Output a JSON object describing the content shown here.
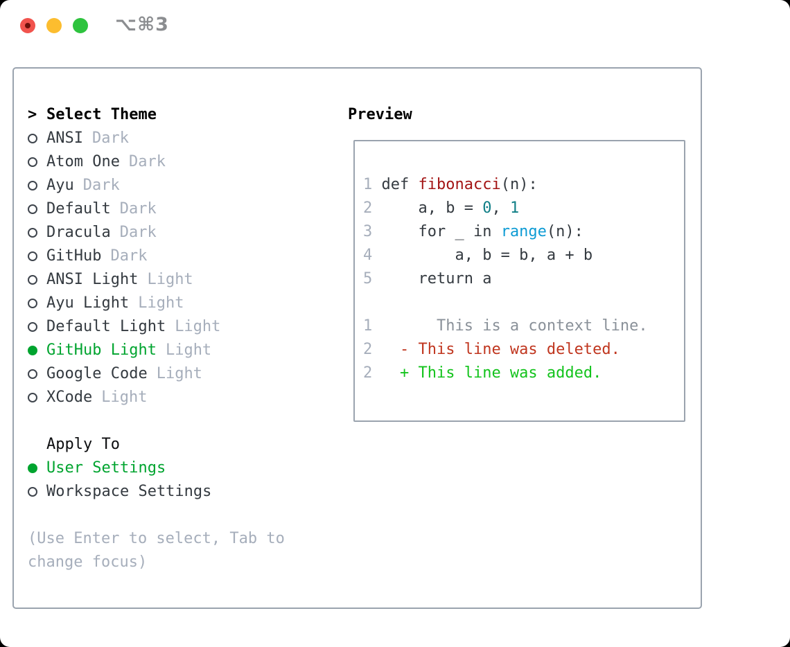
{
  "window": {
    "shortcut": "⌥⌘3",
    "traffic_lights": [
      "close",
      "minimize",
      "zoom"
    ]
  },
  "theme_picker": {
    "header_prefix": ">",
    "header": "Select Theme",
    "themes": [
      {
        "name": "ANSI",
        "variant": "Dark",
        "selected": false
      },
      {
        "name": "Atom One",
        "variant": "Dark",
        "selected": false
      },
      {
        "name": "Ayu",
        "variant": "Dark",
        "selected": false
      },
      {
        "name": "Default",
        "variant": "Dark",
        "selected": false
      },
      {
        "name": "Dracula",
        "variant": "Dark",
        "selected": false
      },
      {
        "name": "GitHub",
        "variant": "Dark",
        "selected": false
      },
      {
        "name": "ANSI Light",
        "variant": "Light",
        "selected": false
      },
      {
        "name": "Ayu Light",
        "variant": "Light",
        "selected": false
      },
      {
        "name": "Default Light",
        "variant": "Light",
        "selected": false
      },
      {
        "name": "GitHub Light",
        "variant": "Light",
        "selected": true
      },
      {
        "name": "Google Code",
        "variant": "Light",
        "selected": false
      },
      {
        "name": "XCode",
        "variant": "Light",
        "selected": false
      }
    ],
    "apply_to": {
      "header": "Apply To",
      "options": [
        {
          "name": "User Settings",
          "selected": true
        },
        {
          "name": "Workspace Settings",
          "selected": false
        }
      ]
    },
    "hint": "(Use Enter to select, Tab to change focus)"
  },
  "preview": {
    "label": "Preview",
    "code_lines": [
      {
        "num": "1",
        "tokens": [
          {
            "text": "def ",
            "color": "fg"
          },
          {
            "text": "fibonacci",
            "color": "function"
          },
          {
            "text": "(n):",
            "color": "fg"
          }
        ]
      },
      {
        "num": "2",
        "tokens": [
          {
            "text": "    a, b = ",
            "color": "fg"
          },
          {
            "text": "0",
            "color": "number"
          },
          {
            "text": ", ",
            "color": "fg"
          },
          {
            "text": "1",
            "color": "number"
          }
        ]
      },
      {
        "num": "3",
        "tokens": [
          {
            "text": "    for _ in ",
            "color": "fg"
          },
          {
            "text": "range",
            "color": "builtin"
          },
          {
            "text": "(n):",
            "color": "fg"
          }
        ]
      },
      {
        "num": "4",
        "tokens": [
          {
            "text": "        a, b = b, a + b",
            "color": "fg"
          }
        ]
      },
      {
        "num": "5",
        "tokens": [
          {
            "text": "    return a",
            "color": "fg"
          }
        ]
      }
    ],
    "diff_lines": [
      {
        "num": "1",
        "tokens": [
          {
            "text": "      This is a context line.",
            "color": "context"
          }
        ]
      },
      {
        "num": "2",
        "tokens": [
          {
            "text": "  - This line was deleted.",
            "color": "deleted"
          }
        ]
      },
      {
        "num": "2",
        "tokens": [
          {
            "text": "  + This line was added.",
            "color": "added"
          }
        ]
      }
    ]
  },
  "colors": {
    "fg": "#343a40",
    "function": "#a31515",
    "number": "#0f7e86",
    "builtin": "#0d9bd4",
    "context": "#8a9199",
    "deleted": "#c0361f",
    "added": "#13c31c",
    "lineno": "#a6aebb",
    "muted": "#a6aebb",
    "selected_green": "#00a42f",
    "border": "#9aa3ae"
  }
}
